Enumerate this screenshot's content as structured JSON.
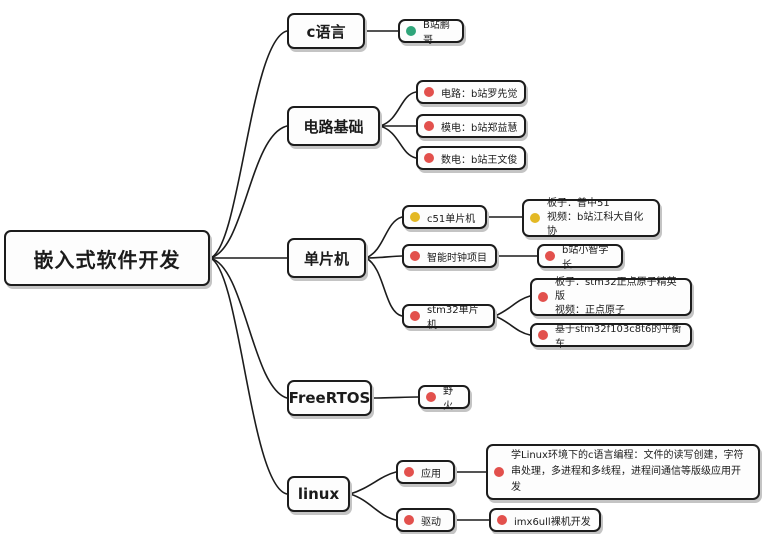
{
  "colors": {
    "red": "#e2504c",
    "yellow": "#e3b824",
    "green": "#2fa57a",
    "line": "#1c1c1c"
  },
  "root": {
    "label": "嵌入式软件开发"
  },
  "branches": {
    "c": {
      "label": "c语言",
      "items": [
        {
          "dot": "green",
          "text": "B站鹏哥"
        }
      ]
    },
    "circuit": {
      "label": "电路基础",
      "items": [
        {
          "dot": "red",
          "text": "电路：b站罗先觉"
        },
        {
          "dot": "red",
          "text": "模电：b站郑益慧"
        },
        {
          "dot": "red",
          "text": "数电：b站王文俊"
        }
      ]
    },
    "mcu": {
      "label": "单片机",
      "c51": {
        "label": "c51单片机",
        "dot": "yellow",
        "detail": {
          "dot": "yellow",
          "lines": [
            "板子：普中51",
            "视频：b站江科大自化协"
          ]
        }
      },
      "clock": {
        "label": "智能时钟项目",
        "dot": "red",
        "detail": {
          "dot": "red",
          "text": "b站小智学长"
        }
      },
      "stm32": {
        "label": "stm32单片机",
        "dot": "red",
        "details": [
          {
            "dot": "red",
            "lines": [
              "板子：stm32正点原子精英版",
              "视频：正点原子"
            ]
          },
          {
            "dot": "red",
            "text": "基于stm32f103c8t6的平衡车"
          }
        ]
      }
    },
    "rtos": {
      "label": "FreeRTOS",
      "items": [
        {
          "dot": "red",
          "text": "野火"
        }
      ]
    },
    "linux": {
      "label": "linux",
      "app": {
        "label": "应用",
        "dot": "red",
        "detail": {
          "dot": "red",
          "lines": [
            "学Linux环境下的c语言编程：文件的读写创建，字符",
            "串处理，多进程和多线程，进程间通信等版级应用开",
            "发"
          ]
        }
      },
      "driver": {
        "label": "驱动",
        "dot": "red",
        "detail": {
          "dot": "red",
          "text": "imx6ull裸机开发"
        }
      }
    }
  }
}
